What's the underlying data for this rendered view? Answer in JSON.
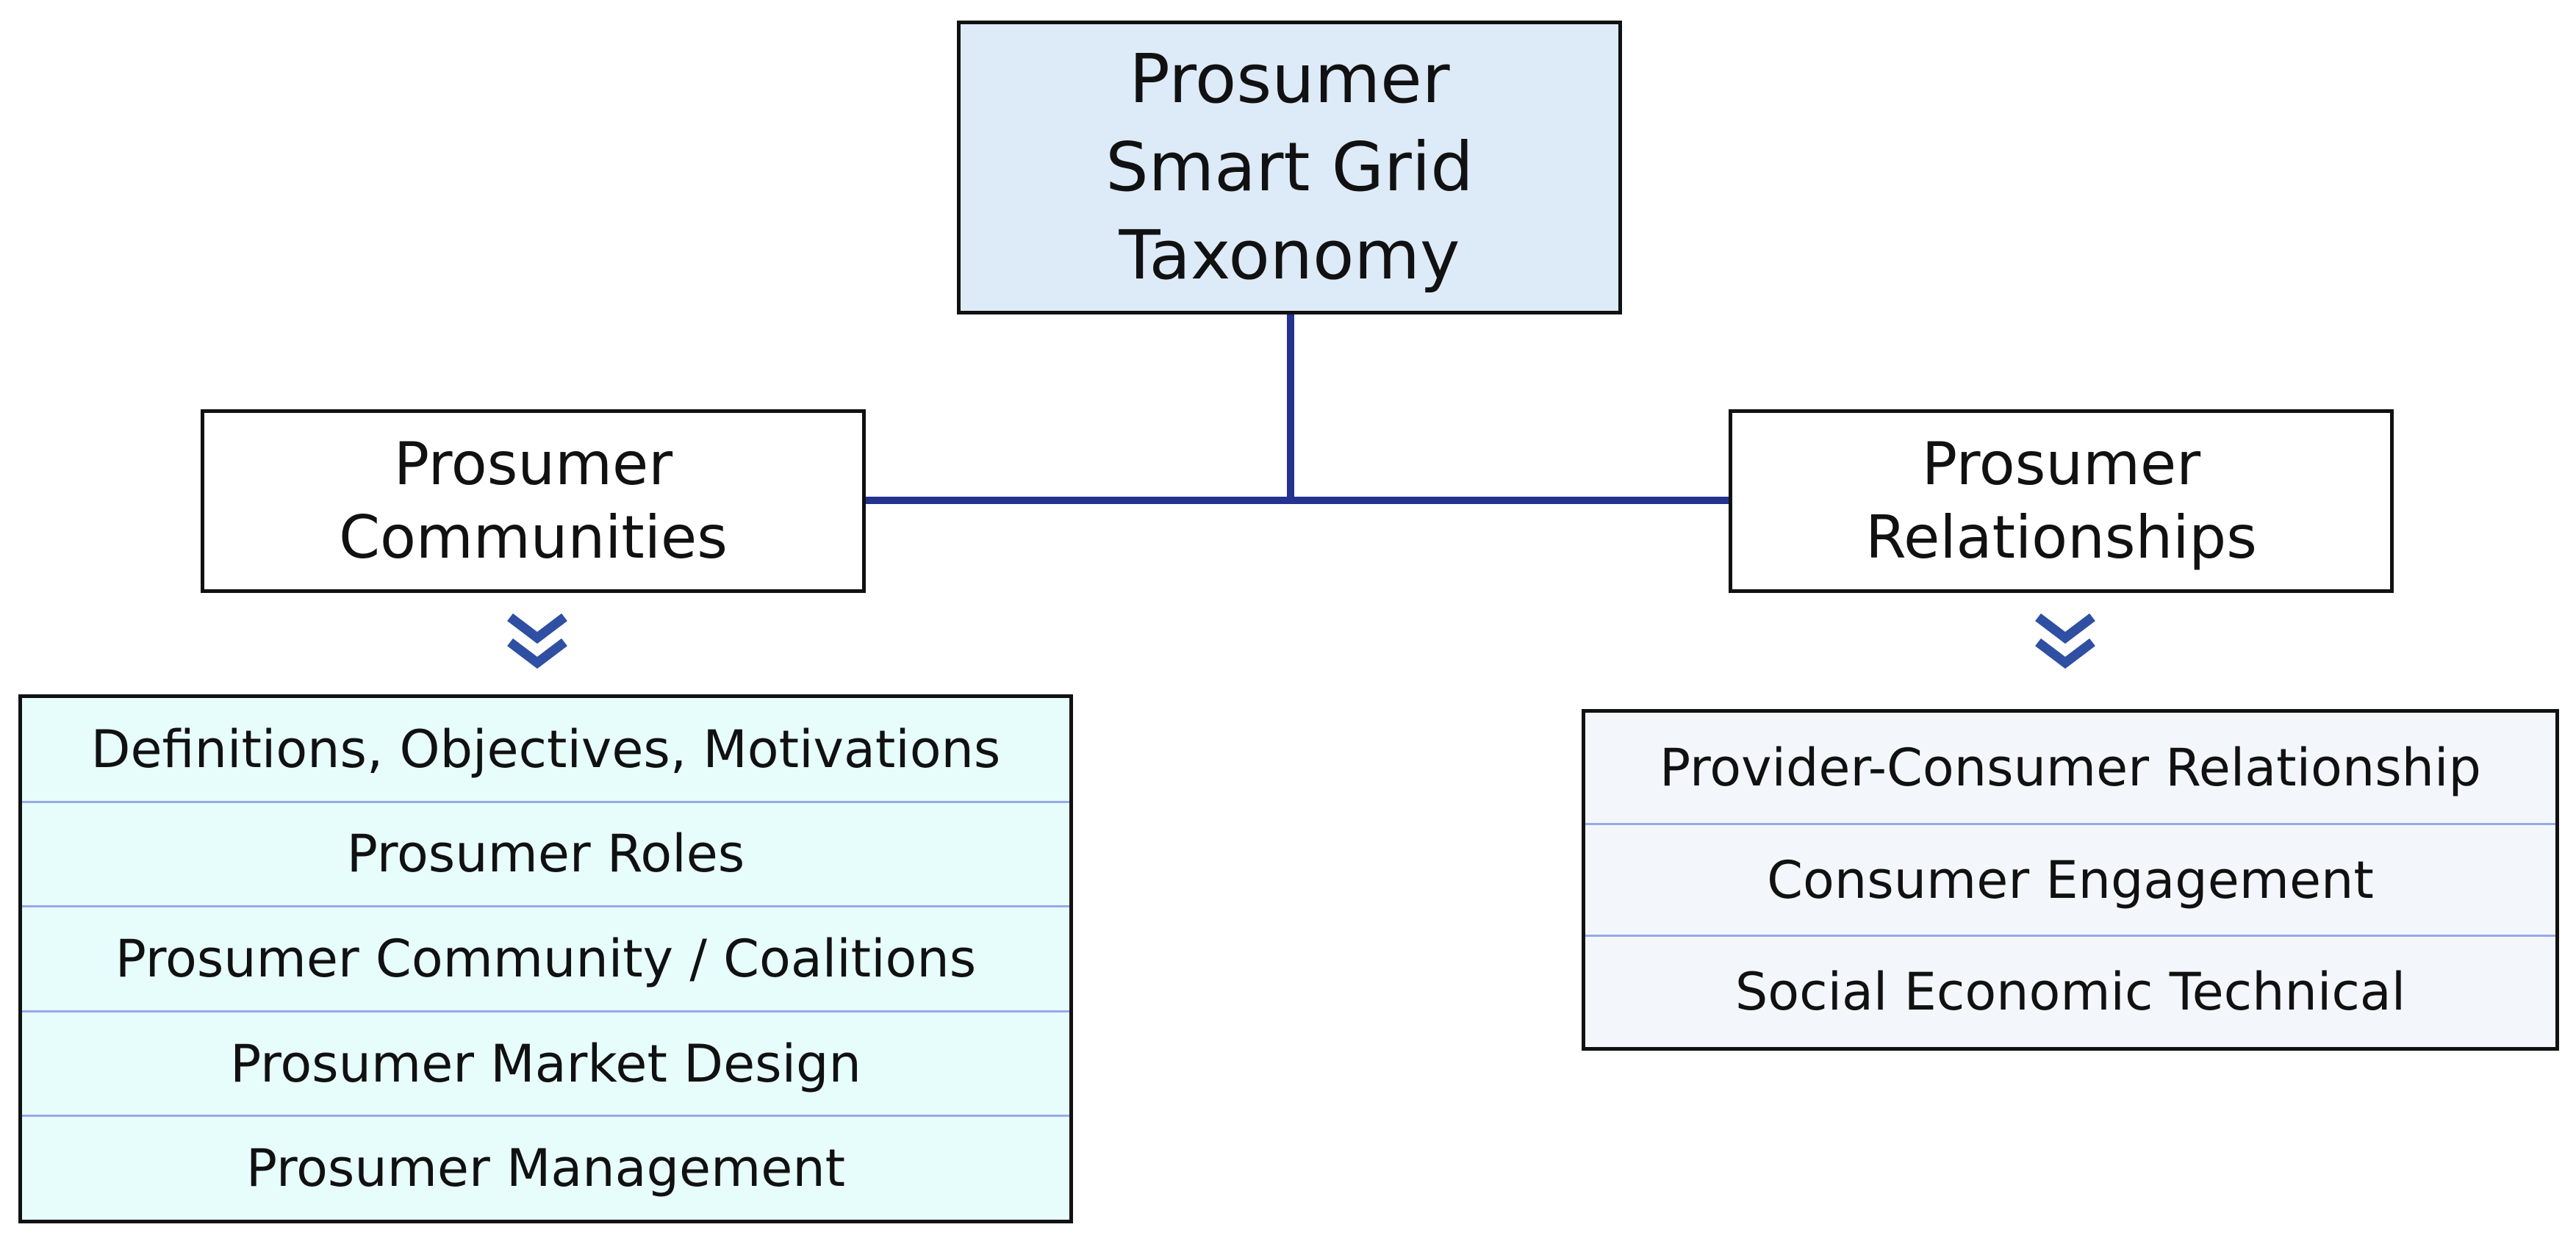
{
  "root": {
    "title_lines": [
      "Prosumer",
      "Smart Grid",
      "Taxonomy"
    ]
  },
  "left_branch": {
    "title_lines": [
      "Prosumer",
      "Communities"
    ],
    "items": [
      "Definitions, Objectives, Motivations",
      "Prosumer Roles",
      "Prosumer Community / Coalitions",
      "Prosumer Market Design",
      "Prosumer Management"
    ]
  },
  "right_branch": {
    "title_lines": [
      "Prosumer",
      "Relationships"
    ],
    "items": [
      "Provider-Consumer Relationship",
      "Consumer Engagement",
      "Social Economic Technical"
    ]
  },
  "colors": {
    "connector": "#24338f",
    "chevron": "#2f4fa3",
    "root_fill": "#ddeaf8",
    "left_list_fill": "#e7fdfb",
    "right_list_fill": "#f3f7fc",
    "divider": "#97a9e8"
  },
  "icons": {
    "branch_marker": "double-chevron-down-icon"
  }
}
